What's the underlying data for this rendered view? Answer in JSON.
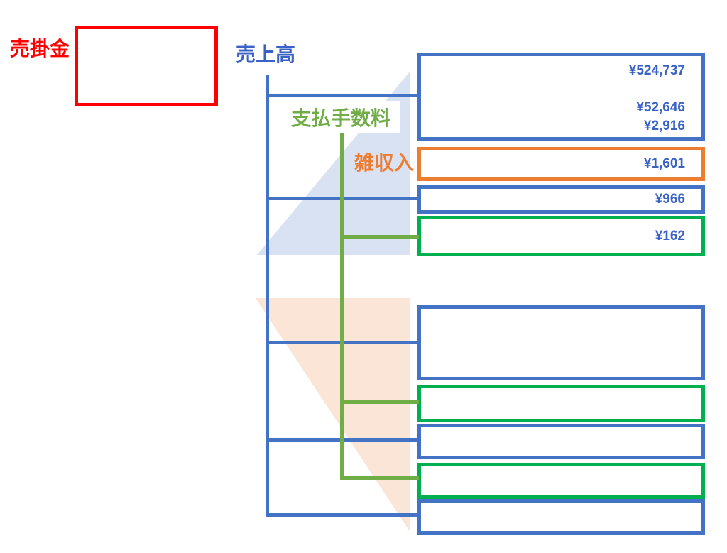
{
  "labels": {
    "accounts_receivable": "売掛金",
    "sales": "売上高",
    "payment_fee": "支払手数料",
    "misc_income": "雑収入"
  },
  "amounts": {
    "sales_box_line1": "¥524,737",
    "sales_box_line2": "¥52,646",
    "sales_box_line3": "¥2,916",
    "misc_income_box": "¥1,601",
    "fee_blue_box": "¥966",
    "fee_green_box": "¥162"
  },
  "colors": {
    "red": "#FF0000",
    "blue_line": "#4472C4",
    "blue_text": "#3A62C4",
    "green_line": "#70AD47",
    "green_box_border": "#00B050",
    "orange": "#ED7D31",
    "upper_triangle_fill": "#D9E2F3",
    "lower_triangle_fill": "#FBE5D6"
  }
}
